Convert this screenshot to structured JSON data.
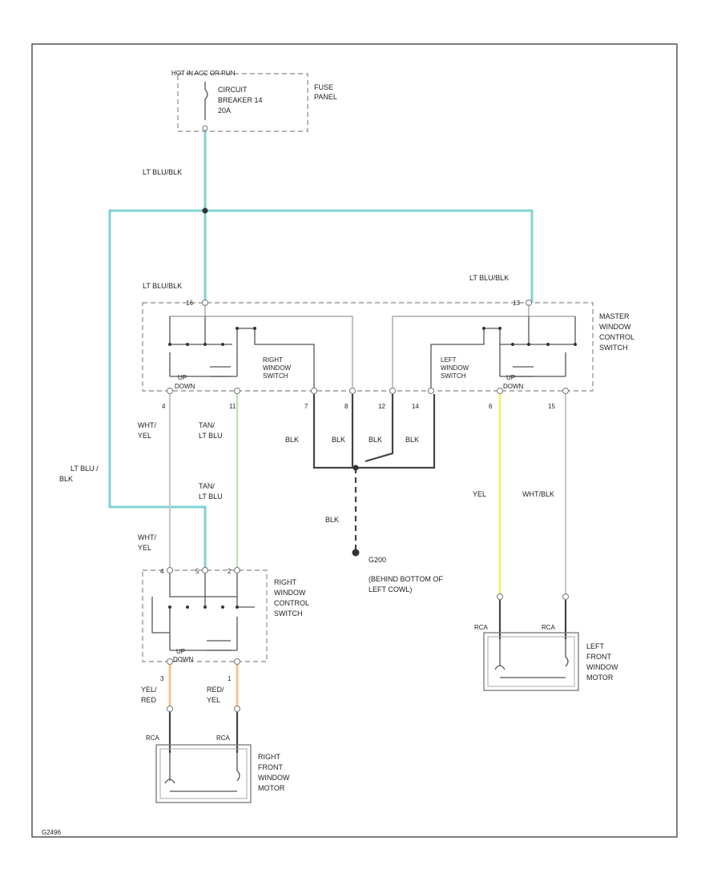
{
  "fuse_panel": {
    "hot_label": "HOT IN ACC OR RUN",
    "breaker_line1": "CIRCUIT",
    "breaker_line2": "BREAKER 14",
    "breaker_line3": "20A",
    "panel_line1": "FUSE",
    "panel_line2": "PANEL"
  },
  "wires": {
    "lt_blu_blk_main": "LT BLU/BLK",
    "lt_blu_blk_left": "LT BLU/BLK",
    "lt_blu_blk_right": "LT BLU/BLK",
    "lt_blu_blk_side_1": "LT BLU /",
    "lt_blu_blk_side_2": "BLK",
    "wht_yel_1a": "WHT/",
    "wht_yel_1b": "YEL",
    "tan_lt_blu_1a": "TAN/",
    "tan_lt_blu_1b": "LT BLU",
    "tan_lt_blu_2a": "TAN/",
    "tan_lt_blu_2b": "LT BLU",
    "wht_yel_2a": "WHT/",
    "wht_yel_2b": "YEL",
    "blk_1": "BLK",
    "blk_2": "BLK",
    "blk_3": "BLK",
    "blk_4": "BLK",
    "blk_ground": "BLK",
    "yel_left": "YEL",
    "wht_blk_left": "WHT/BLK",
    "yel_red_a": "YEL/",
    "yel_red_b": "RED",
    "red_yel_a": "RED/",
    "red_yel_b": "YEL"
  },
  "master_switch": {
    "label_line1": "MASTER",
    "label_line2": "WINDOW",
    "label_line3": "CONTROL",
    "label_line4": "SWITCH",
    "right_sw_line1": "RIGHT",
    "right_sw_line2": "WINDOW",
    "right_sw_line3": "SWITCH",
    "left_sw_line1": "LEFT",
    "left_sw_line2": "WINDOW",
    "left_sw_line3": "SWITCH",
    "up_left": "UP",
    "down_left": "DOWN",
    "up_right": "UP",
    "down_right": "DOWN",
    "pin_top_left": "16",
    "pin_top_right": "13",
    "pins": [
      "4",
      "11",
      "7",
      "8",
      "12",
      "14",
      "6",
      "15"
    ]
  },
  "ground": {
    "id": "G200",
    "desc_line1": "(BEHIND BOTTOM OF",
    "desc_line2": "LEFT COWL)"
  },
  "right_control_switch": {
    "label_line1": "RIGHT",
    "label_line2": "WINDOW",
    "label_line3": "CONTROL",
    "label_line4": "SWITCH",
    "up": "UP",
    "down": "DOWN",
    "pin_top_1": "4",
    "pin_top_2": "5",
    "pin_top_3": "2",
    "pin_bot_1": "3",
    "pin_bot_2": "1"
  },
  "right_motor": {
    "conn_1": "RCA",
    "conn_2": "RCA",
    "label_line1": "RIGHT",
    "label_line2": "FRONT",
    "label_line3": "WINDOW",
    "label_line4": "MOTOR"
  },
  "left_motor": {
    "conn_1": "RCA",
    "conn_2": "RCA",
    "label_line1": "LEFT",
    "label_line2": "FRONT",
    "label_line3": "WINDOW",
    "label_line4": "MOTOR"
  },
  "footer": {
    "code": "G2496"
  }
}
